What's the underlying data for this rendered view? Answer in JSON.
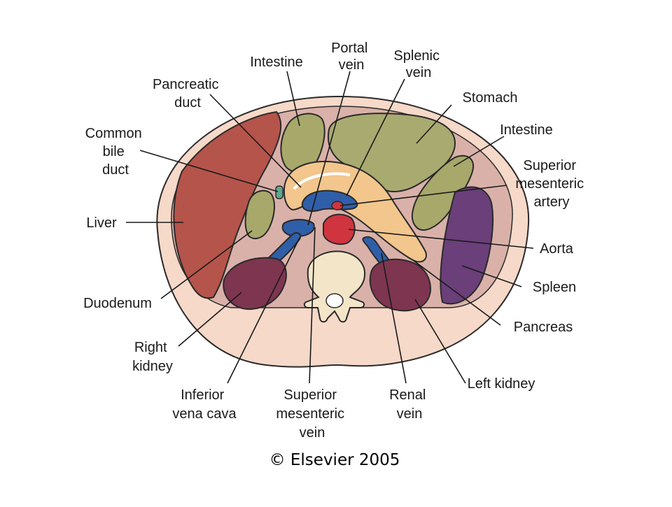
{
  "labels": {
    "intestine_top": "Intestine",
    "portal_vein": [
      "Portal",
      "vein"
    ],
    "splenic_vein": [
      "Splenic",
      "vein"
    ],
    "pancreatic_duct": [
      "Pancreatic",
      "duct"
    ],
    "stomach": "Stomach",
    "common_bile_duct": [
      "Common",
      "bile",
      "duct"
    ],
    "intestine_right": "Intestine",
    "superior_mesenteric_artery": [
      "Superior",
      "mesenteric",
      "artery"
    ],
    "liver": "Liver",
    "aorta": "Aorta",
    "duodenum": "Duodenum",
    "spleen": "Spleen",
    "pancreas": "Pancreas",
    "right_kidney": [
      "Right",
      "kidney"
    ],
    "left_kidney": "Left kidney",
    "inferior_vena_cava": [
      "Inferior",
      "vena cava"
    ],
    "superior_mesenteric_vein": [
      "Superior",
      "mesenteric",
      "vein"
    ],
    "renal_vein": [
      "Renal",
      "vein"
    ]
  },
  "copyright": "© Elsevier 2005",
  "colors": {
    "body_outer": "#f6d9c8",
    "body_inner": "#d9b1a9",
    "liver": "#b5544a",
    "intestine": "#a7a86a",
    "stomach": "#a9aa70",
    "pancreas": "#f2c68c",
    "vein": "#2f5fa8",
    "artery": "#d0343f",
    "kidney": "#7e3550",
    "spleen": "#6a3f7a",
    "vertebra": "#f3e6c8",
    "bile_duct": "#5fa88f"
  }
}
